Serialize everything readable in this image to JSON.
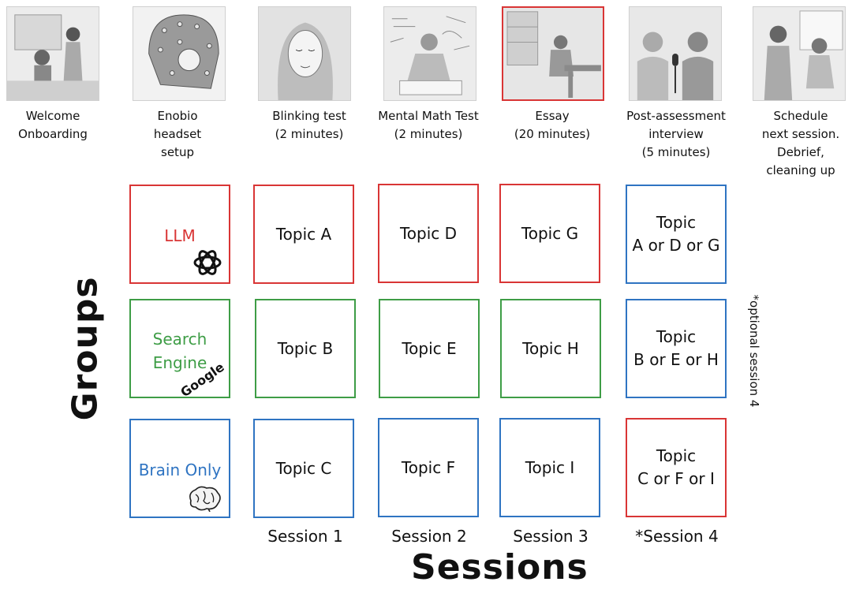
{
  "steps": [
    {
      "label": "Welcome\nOnboarding"
    },
    {
      "label": "Enobio\nheadset\nsetup"
    },
    {
      "label": "Blinking test\n(2 minutes)"
    },
    {
      "label": "Mental Math Test\n(2 minutes)"
    },
    {
      "label": "Essay\n(20 minutes)"
    },
    {
      "label": "Post-assessment\ninterview\n(5 minutes)"
    },
    {
      "label": "Schedule\nnext session.\nDebrief,\ncleaning up"
    }
  ],
  "groups": [
    {
      "label": "LLM",
      "color": "#d93535",
      "icon": "openai-logo-icon",
      "icon_text": ""
    },
    {
      "label": "Search\nEngine",
      "color": "#3e9d46",
      "icon": "google-logo-icon",
      "icon_text": "Google"
    },
    {
      "label": "Brain Only",
      "color": "#2f74c2",
      "icon": "brain-icon",
      "icon_text": ""
    }
  ],
  "topics": [
    [
      "Topic A",
      "Topic D",
      "Topic G",
      "Topic\nA or D or G"
    ],
    [
      "Topic B",
      "Topic E",
      "Topic H",
      "Topic\nB or E or H"
    ],
    [
      "Topic C",
      "Topic F",
      "Topic I",
      "Topic\nC or F or I"
    ]
  ],
  "sessions": [
    "Session 1",
    "Session 2",
    "Session 3",
    "*Session 4"
  ],
  "axis": {
    "groups": "Groups",
    "sessions": "Sessions"
  },
  "note": "*optional session 4",
  "colors": {
    "red": "#d93535",
    "green": "#3e9d46",
    "blue": "#2f74c2"
  }
}
